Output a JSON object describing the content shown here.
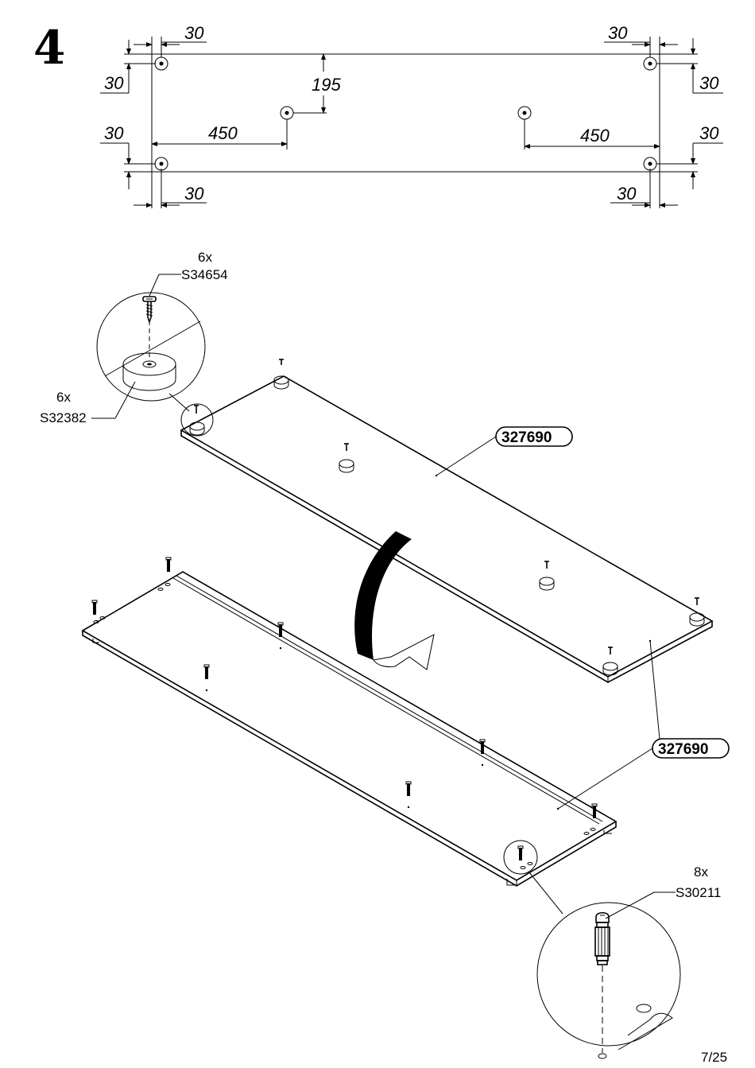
{
  "step_number": "4",
  "page_indicator": "7/25",
  "drawing_dimensions": {
    "top_left_h": "30",
    "top_right_h": "30",
    "left_top_v": "30",
    "right_top_v": "30",
    "center_v": "195",
    "left_span": "450",
    "right_span": "450",
    "left_bottom_v": "30",
    "right_bottom_v": "30",
    "bottom_left_h": "30",
    "bottom_right_h": "30"
  },
  "screw_callout": {
    "quantity": "6x",
    "code": "S34654"
  },
  "foot_callout": {
    "quantity": "6x",
    "code": "S32382"
  },
  "upper_panel": {
    "code": "327690"
  },
  "lower_panel": {
    "code": "327690"
  },
  "dowel_callout": {
    "quantity": "8x",
    "code": "S30211"
  }
}
